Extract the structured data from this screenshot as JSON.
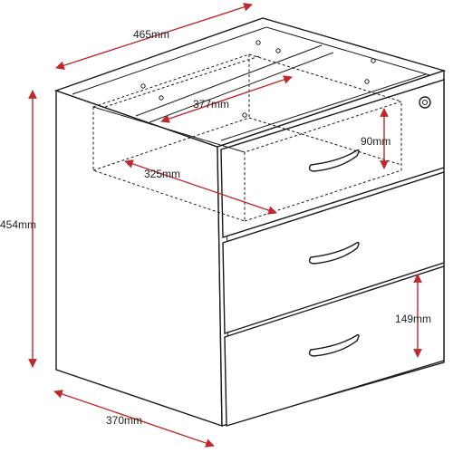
{
  "dimensions": {
    "width": "465mm",
    "height": "454mm",
    "depth": "370mm",
    "tray_width": "377mm",
    "tray_depth": "325mm",
    "tray_height": "90mm",
    "drawer_height": "149mm"
  },
  "colors": {
    "outline": "#1a1a1a",
    "dimension_arrow": "#c0282d",
    "text": "#222222",
    "background": "#ffffff"
  },
  "icons": [
    "lock-icon",
    "drawer-handle-icon"
  ]
}
